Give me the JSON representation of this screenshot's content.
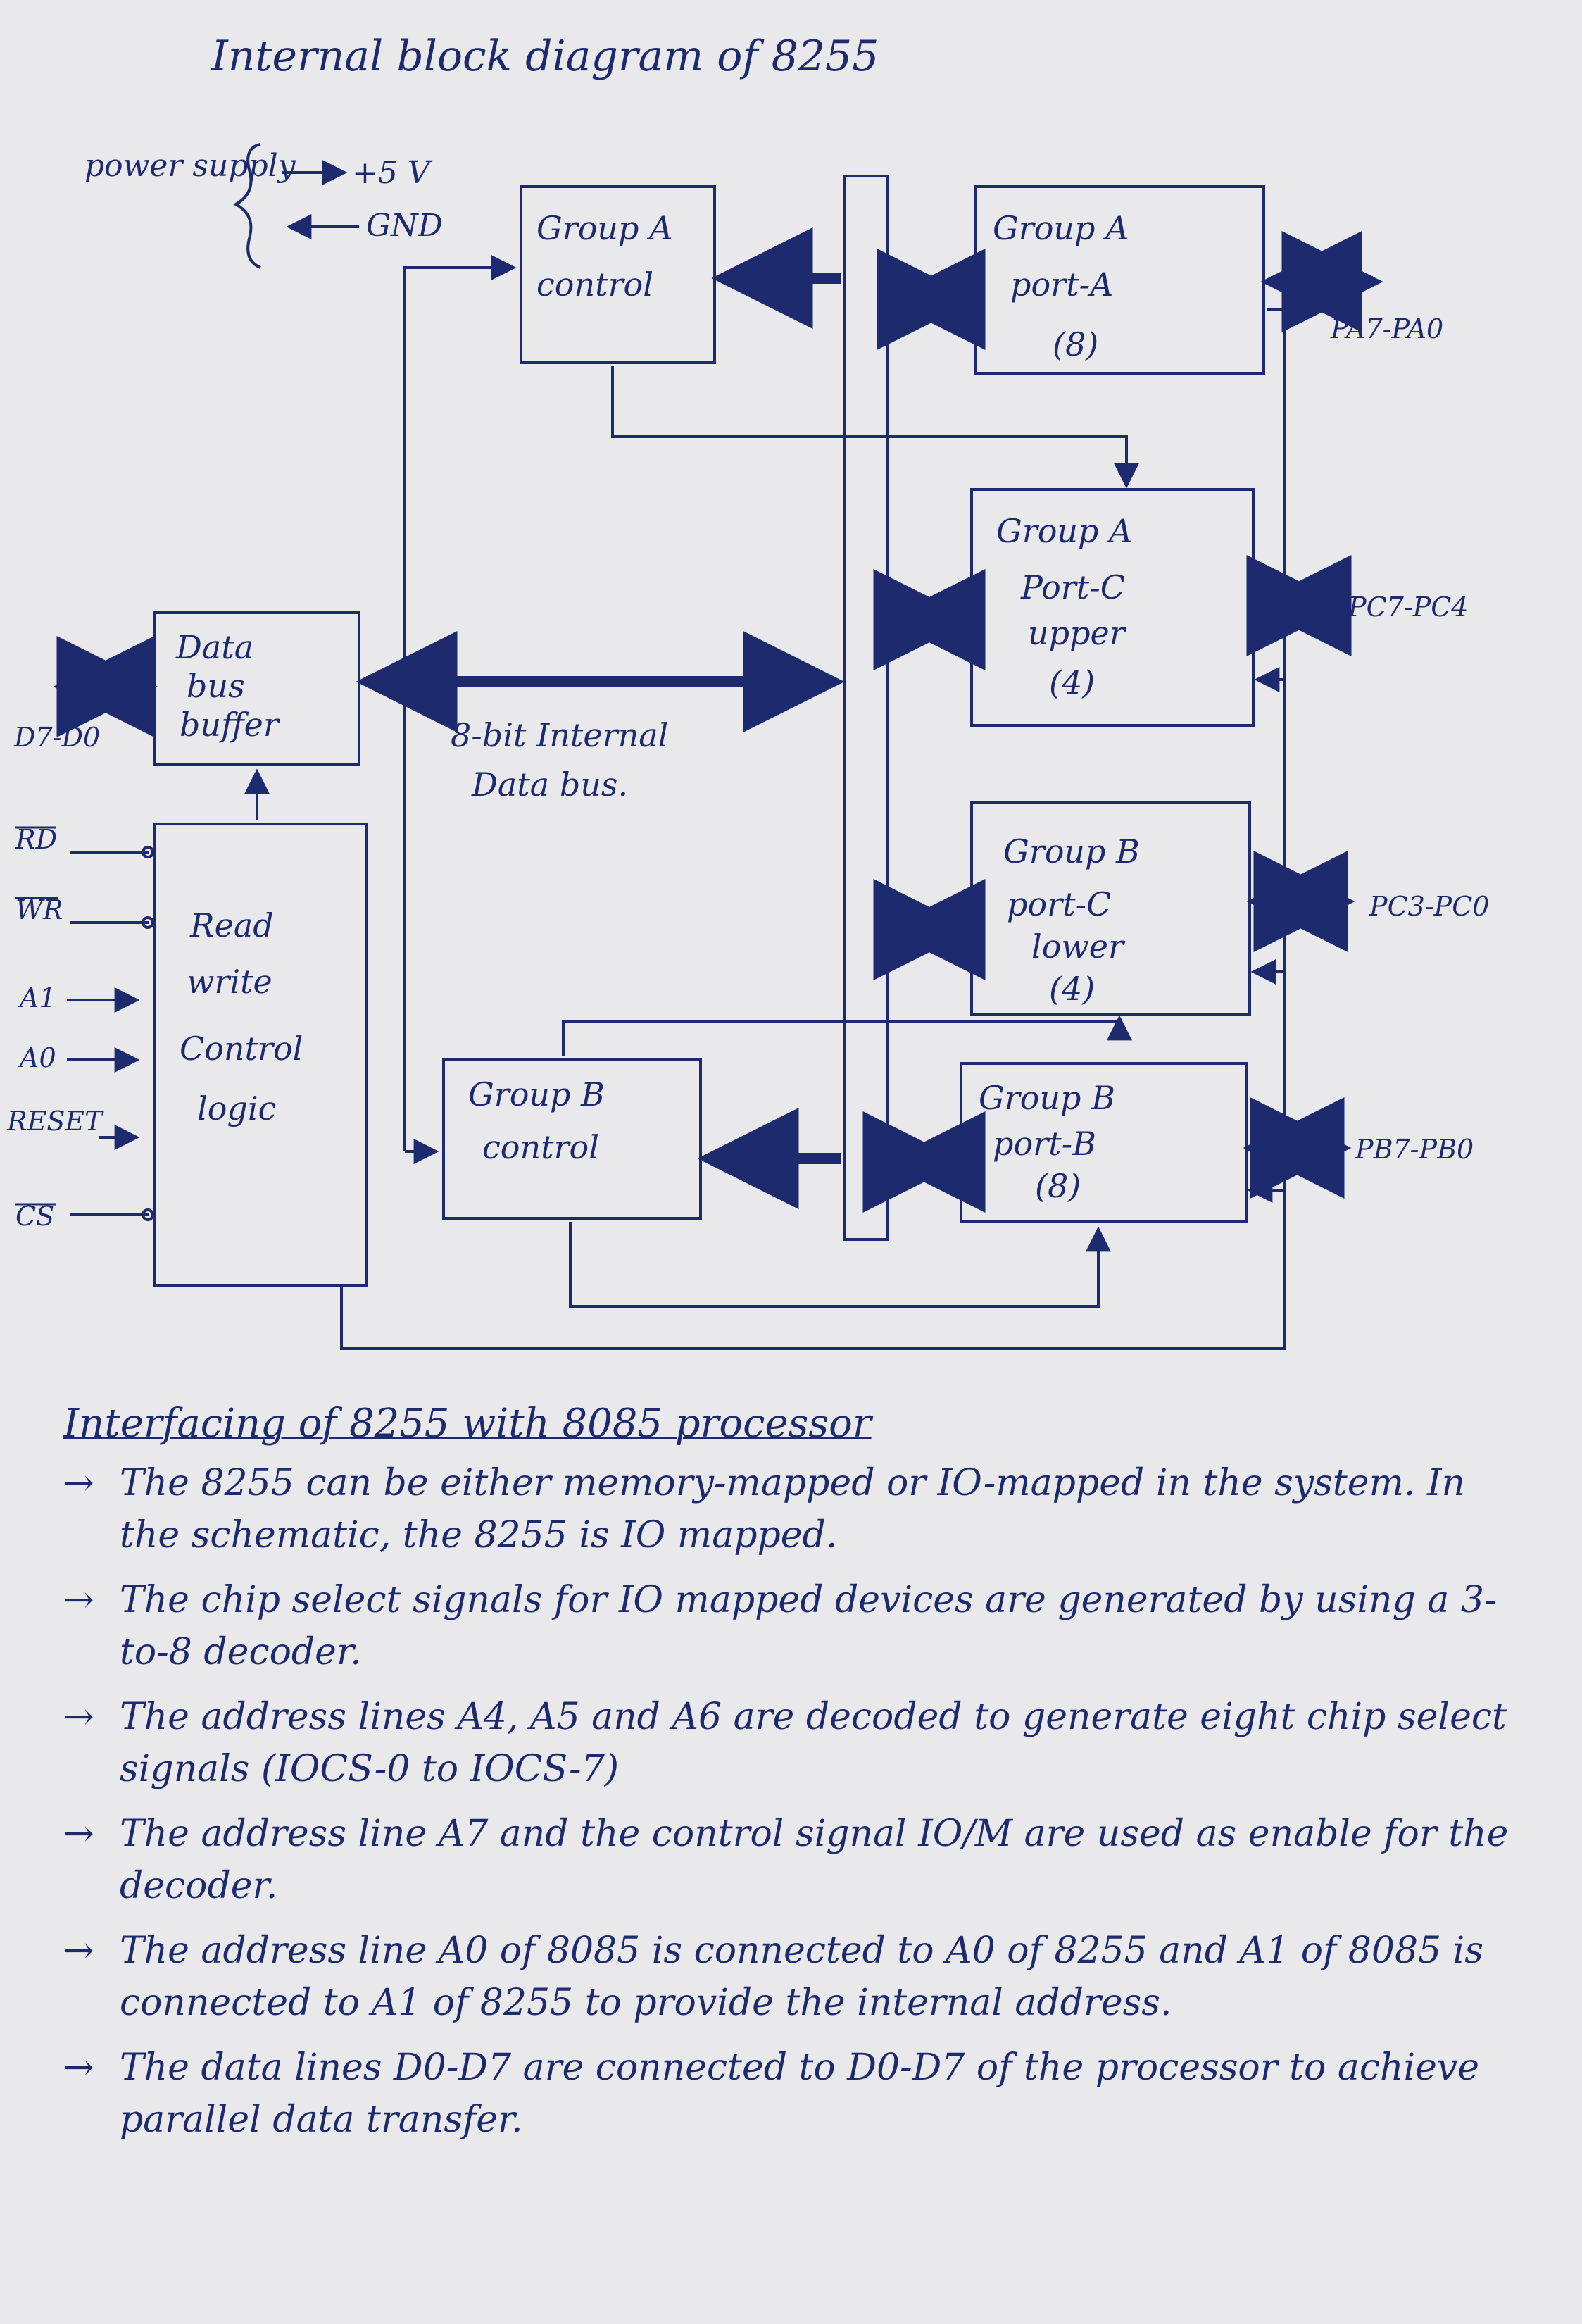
{
  "diagram": {
    "title": "Internal block diagram of 8255",
    "power": {
      "label": "power supply",
      "plus": "+5 V",
      "gnd": "GND"
    },
    "blocks": {
      "group_a_control": [
        "Group A",
        "control"
      ],
      "port_a": [
        "Group A",
        "port-A",
        "(8)"
      ],
      "port_c_upper": [
        "Group A",
        "Port-C",
        "upper",
        "(4)"
      ],
      "port_c_lower": [
        "Group B",
        "port-C",
        "lower",
        "(4)"
      ],
      "port_b": [
        "Group B",
        "port-B",
        "(8)"
      ],
      "group_b_control": [
        "Group B",
        "control"
      ],
      "data_bus_buffer": [
        "Data",
        "bus",
        "buffer"
      ],
      "rw_logic": [
        "Read",
        "write",
        "Control",
        "logic"
      ]
    },
    "internal_bus_label": [
      "8-bit Internal",
      "Data bus."
    ],
    "pins": {
      "d7_d0": "D7-D0",
      "rd": "RD",
      "wr": "WR",
      "a1": "A1",
      "a0": "A0",
      "reset": "RESET",
      "cs": "CS"
    },
    "port_labels": {
      "pa": "PA7-PA0",
      "pc_upper": "PC7-PC4",
      "pc_lower": "PC3-PC0",
      "pb": "PB7-PB0"
    }
  },
  "notes": {
    "heading": "Interfacing of 8255 with 8085 processor",
    "points": [
      "The 8255 can be either memory-mapped or IO-mapped in the system. In the schematic, the 8255 is IO mapped.",
      "The chip select signals for IO mapped devices are generated by using a 3-to-8 decoder.",
      "The address lines A4, A5 and A6 are decoded to generate eight chip select signals (IOCS-0 to IOCS-7)",
      "The address line A7 and the control signal IO/M are used as enable for the decoder.",
      "The address line A0 of 8085 is connected to A0 of 8255 and A1 of 8085 is connected to A1 of 8255 to provide the internal address.",
      "The data lines D0-D7 are connected to D0-D7 of the processor to achieve parallel data transfer."
    ]
  }
}
